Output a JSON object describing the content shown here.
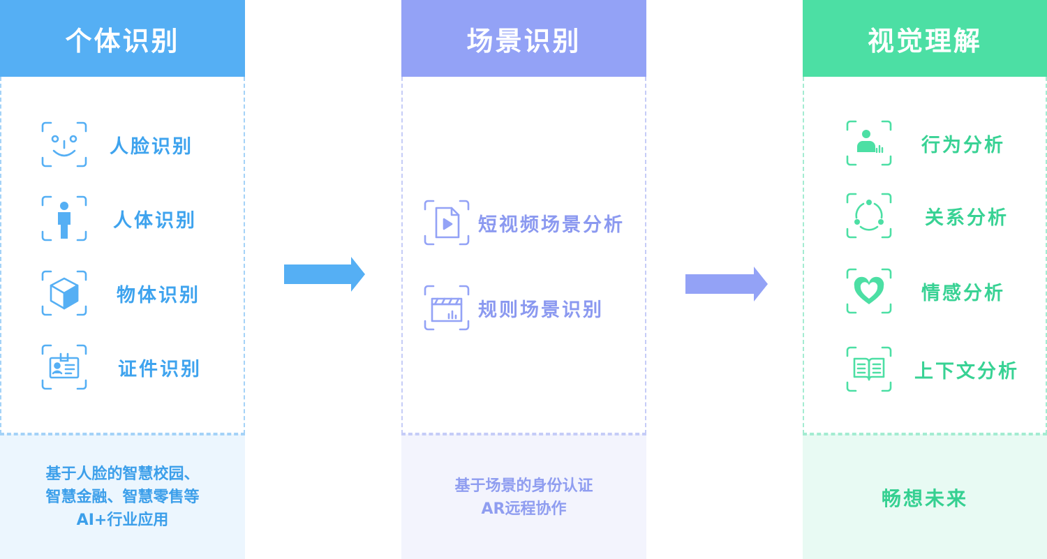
{
  "colors": {
    "blue": "#55aff4",
    "purple": "#93a2f6",
    "green": "#4cdfa4"
  },
  "columns": [
    {
      "title": "个体识别",
      "items": [
        {
          "label": "人脸识别",
          "icon": "face-icon"
        },
        {
          "label": "人体识别",
          "icon": "person-icon"
        },
        {
          "label": "物体识别",
          "icon": "box-icon"
        },
        {
          "label": "证件识别",
          "icon": "id-card-icon"
        }
      ],
      "footer": [
        "基于人脸的智慧校园、",
        "智慧金融、智慧零售等",
        "AI+行业应用"
      ]
    },
    {
      "title": "场景识别",
      "items": [
        {
          "label": "短视频场景分析",
          "icon": "video-file-icon"
        },
        {
          "label": "规则场景识别",
          "icon": "clapperboard-icon"
        }
      ],
      "footer": [
        "基于场景的身份认证",
        "AR远程协作"
      ]
    },
    {
      "title": "视觉理解",
      "items": [
        {
          "label": "行为分析",
          "icon": "person-chart-icon"
        },
        {
          "label": "关系分析",
          "icon": "network-icon"
        },
        {
          "label": "情感分析",
          "icon": "heart-icon"
        },
        {
          "label": "上下文分析",
          "icon": "book-icon"
        }
      ],
      "footer": [
        "畅想未来"
      ]
    }
  ]
}
